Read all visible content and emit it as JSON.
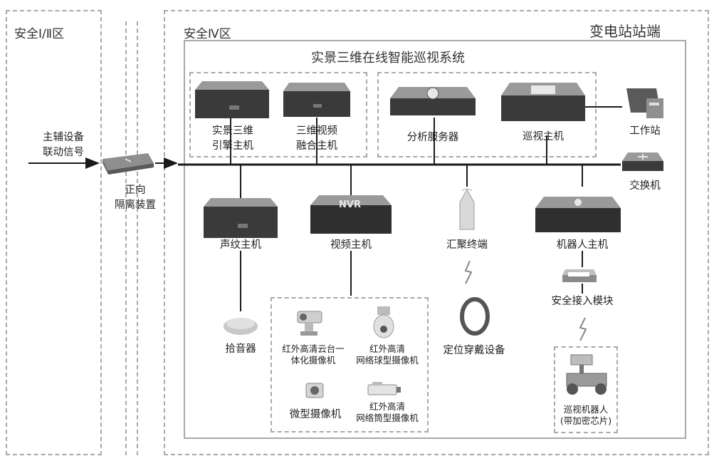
{
  "zones": {
    "safety_1_2": "安全Ⅰ/Ⅱ区",
    "safety_4": "安全Ⅳ区",
    "substation": "变电站站端"
  },
  "system_title": "实景三维在线智能巡视系统",
  "signal": {
    "line1": "主辅设备",
    "line2": "联动信号"
  },
  "isolation": {
    "line1": "正向",
    "line2": "隔离装置"
  },
  "devices": {
    "engine_host": {
      "line1": "实景三维",
      "line2": "引擎主机"
    },
    "fusion_host": {
      "line1": "三维视频",
      "line2": "融合主机"
    },
    "analysis_server": "分析服务器",
    "patrol_host": "巡视主机",
    "workstation": "工作站",
    "switch": "交换机",
    "voiceprint_host": "声纹主机",
    "video_host": "视频主机",
    "nvr_label": "NVR",
    "aggregation_terminal": "汇聚终端",
    "robot_host": "机器人主机",
    "secure_module": "安全接入模块",
    "pickup": "拾音器",
    "positioning_wearable": "定位穿戴设备",
    "robot": {
      "line1": "巡视机器人",
      "line2": "(带加密芯片)"
    }
  },
  "cameras": {
    "ptz": {
      "line1": "红外高清云台一",
      "line2": "体化摄像机"
    },
    "dome": {
      "line1": "红外高清",
      "line2": "网络球型摄像机"
    },
    "micro": "微型摄像机",
    "bullet": {
      "line1": "红外高清",
      "line2": "网络筒型摄像机"
    }
  }
}
